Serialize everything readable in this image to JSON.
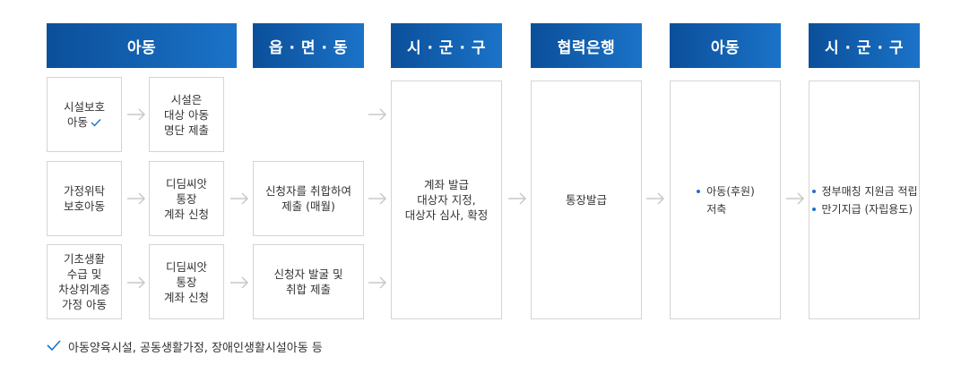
{
  "headers": [
    "아동",
    "읍 · 면 · 동",
    "시 · 군 · 구",
    "협력은행",
    "아동",
    "시 · 군 · 구"
  ],
  "col1": [
    {
      "text": "시설보호\n아동",
      "checked": true
    },
    {
      "text": "가정위탁\n보호아동",
      "checked": false
    },
    {
      "text": "기초생활\n수급 및\n차상위계층\n가정 아동",
      "checked": false
    }
  ],
  "col2": [
    "시설은\n대상 아동\n명단 제출",
    "디딤씨앗\n통장\n계좌 신청",
    "디딤씨앗\n통장\n계좌 신청"
  ],
  "col3": [
    "신청자를 취합하여\n제출 (매월)",
    "신청자 발굴 및\n취합 제출"
  ],
  "col4": "계좌 발급\n대상자 지정,\n대상자 심사, 확정",
  "col5": "통장발급",
  "col6": [
    "아동(후원)\n저축"
  ],
  "col7": [
    "정부매칭 지원금 적립",
    "만기지급 (자립용도)"
  ],
  "footnote": "아동양육시설, 공동생활가정, 장애인생활시설아동 등",
  "colors": {
    "header_start": "#0b4f9a",
    "header_end": "#1b73c8",
    "accent": "#1e73c8",
    "arrow": "#c9c9c9",
    "border": "#d4d4d4"
  }
}
